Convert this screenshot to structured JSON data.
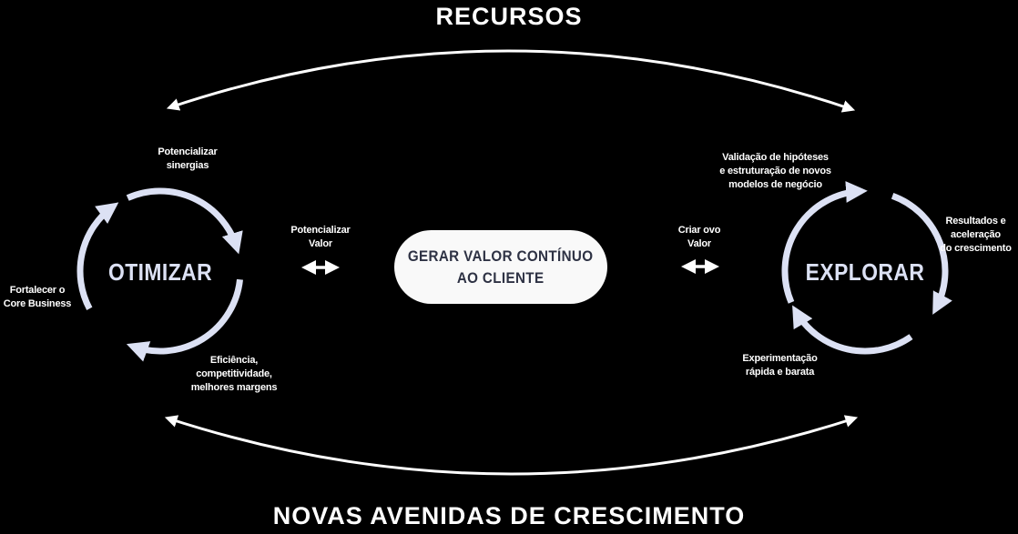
{
  "meta": {
    "background_color": "#000000",
    "accent_color": "#dce1f4",
    "label_color": "#ffffff",
    "pill_background": "#f9f9f9",
    "pill_text_color": "#2e3244"
  },
  "titles": {
    "top": "RECURSOS",
    "bottom": "NOVAS AVENIDAS DE CRESCIMENTO"
  },
  "center_pill": {
    "label": "GERAR VALOR CONTÍNUO\nAO CLIENTE"
  },
  "left_cycle": {
    "name": "OTIMIZAR",
    "top_note": "Potencializar\nsinergias",
    "left_note": "Fortalecer o\nCore Business",
    "bottom_note": "Eficiência,\ncompetitividade,\nmelhores margens"
  },
  "right_cycle": {
    "name": "EXPLORAR",
    "top_note": "Validação de hipóteses\ne estruturação de novos\nmodelos de negócio",
    "right_note": "Resultados e\naceleração\ndo crescimento",
    "bottom_note": "Experimentação\nrápida e barata"
  },
  "connectors": {
    "left_label": "Potencializar\nValor",
    "right_label": "Criar ovo\nValor"
  },
  "icons": {
    "cycle_arrows": "clockwise-cycle-arrows",
    "double_arrow": "left-right-arrow",
    "top_curve": "double-headed-curved-arrow",
    "bottom_curve": "double-headed-curved-arrow"
  }
}
